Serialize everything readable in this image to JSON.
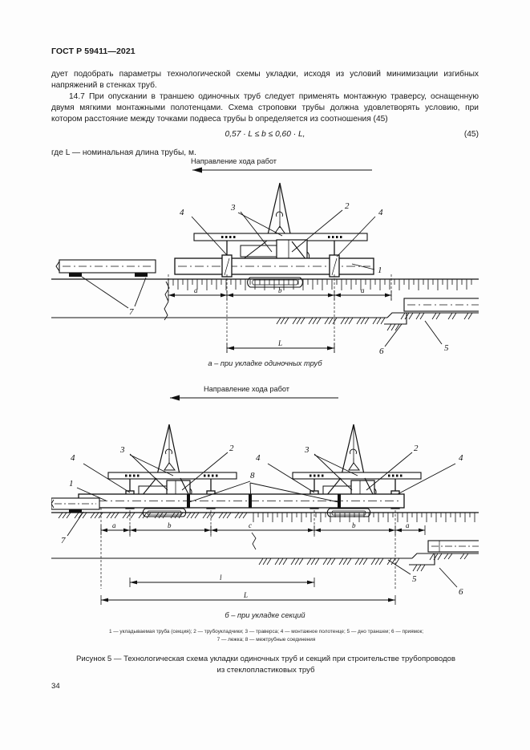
{
  "document": {
    "standard_header": "ГОСТ Р 59411—2021",
    "page_number": "34"
  },
  "body": {
    "paragraph_1": "дует подобрать параметры технологической схемы укладки, исходя из условий минимизации изгибных напряжений в стенках труб.",
    "paragraph_2_number": "14.7",
    "paragraph_2": "При опускании в траншею одиночных труб следует применять монтажную траверсу, оснащенную двумя мягкими монтажными полотенцами. Схема строповки трубы должна удовлетворять условию, при котором расстояние между точками подвеса трубы b определяется из соотношения (45)",
    "formula": "0,57 · L ≤ b ≤ 0,60 · L,",
    "formula_number": "(45)",
    "where_line": "где L — номинальная длина трубы, м."
  },
  "figure": {
    "direction_label": "Направление хода работ",
    "sub_caption_a": "а – при укладке одиночных труб",
    "sub_caption_b": "б – при укладке секций",
    "legend_line_1": "1 —  укладываемая труба (секция); 2 —  трубоукладчики; 3 —  траверса; 4 —  монтажное полотенце; 5 — дно траншеи; 6 — приямок;",
    "legend_line_2": "7 — лежка; 8 —  межтрубные соединения",
    "caption_line_1": "Рисунок 5 — Технологическая схема укладки одиночных труб и секций при строительстве трубопроводов",
    "caption_line_2": "из стеклопластиковых труб",
    "callouts_a": {
      "c1": "1",
      "c2": "2",
      "c3": "3",
      "c4_left": "4",
      "c4_right": "4",
      "c5": "5",
      "c6": "6",
      "c7": "7"
    },
    "dims_a": {
      "a_left": "a",
      "b": "b",
      "a_right": "a",
      "L": "L"
    },
    "callouts_b": {
      "c1": "1",
      "c2_left": "2",
      "c2_right": "2",
      "c3_left": "3",
      "c3_right": "3",
      "c4_left": "4",
      "c4_mid": "4",
      "c4_right": "4",
      "c5": "5",
      "c6": "6",
      "c7": "7",
      "c8": "8"
    },
    "dims_b": {
      "a_left": "a",
      "b_left": "b",
      "c": "c",
      "b_right": "b",
      "a_right": "a",
      "l": "l",
      "L": "L"
    }
  },
  "colors": {
    "ink": "#1a1a1a",
    "page": "#fdfdfd",
    "line": "#111111"
  }
}
